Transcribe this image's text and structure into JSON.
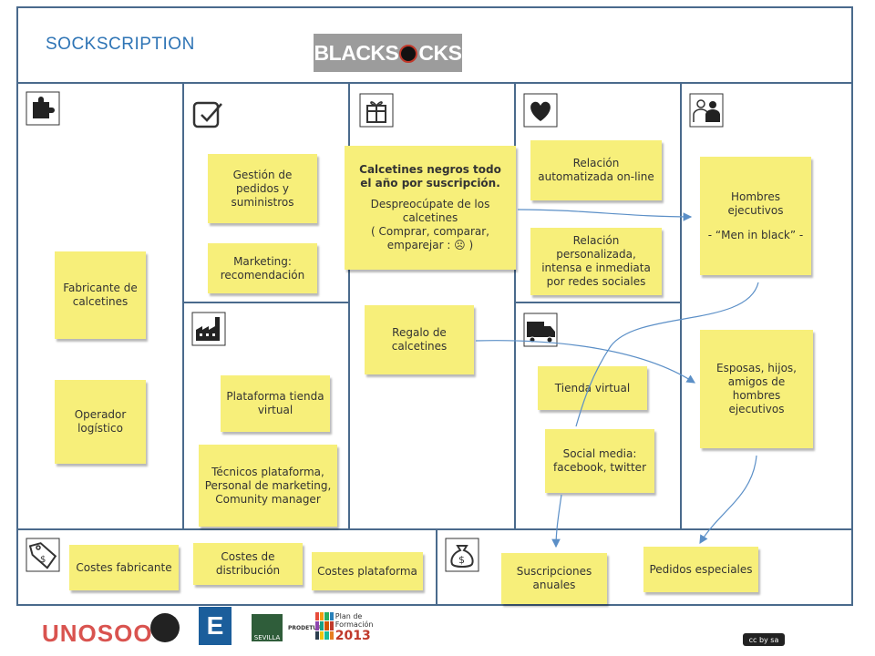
{
  "header": {
    "title": "SOCKSCRIPTION",
    "brand_logo": "BLACKS  CKS"
  },
  "icons": {
    "partners": "puzzle-icon",
    "activities": "checkbox-icon",
    "value": "gift-icon",
    "relationships": "heart-icon",
    "segments": "people-icon",
    "resources": "factory-icon",
    "channels": "truck-icon",
    "costs": "price-tag-icon",
    "revenue": "money-bag-icon"
  },
  "partners": {
    "note1": "Fabricante de calcetines",
    "note2": "Operador logístico"
  },
  "activities": {
    "note1": "Gestión de pedidos y suministros",
    "note2": "Marketing: recomendación"
  },
  "resources": {
    "note1": "Plataforma tienda virtual",
    "note2": "Técnicos plataforma, Personal de marketing, Comunity manager"
  },
  "value": {
    "main_title": "Calcetines negros todo el año por suscripción.",
    "main_body": "Despreocúpate de los calcetines",
    "main_detail": "( Comprar, comparar, emparejar : ☹ )",
    "note2": "Regalo de calcetines"
  },
  "relationships": {
    "note1": "Relación automatizada on-line",
    "note2": "Relación personalizada, intensa e inmediata por redes sociales"
  },
  "channels": {
    "note1": "Tienda virtual",
    "note2": "Social media: facebook, twitter"
  },
  "segments": {
    "note1_line1": "Hombres ejecutivos",
    "note1_line2": "- “Men in black” -",
    "note2": "Esposas, hijos, amigos de hombres ejecutivos"
  },
  "costs": {
    "note1": "Costes fabricante",
    "note2": "Costes de distribución",
    "note3": "Costes plataforma"
  },
  "revenue": {
    "note1": "Suscripciones anuales",
    "note2": "Pedidos especiales"
  },
  "footer": {
    "logo1": "UNOSOO",
    "logo2": "E",
    "logo3": "SEVILLA",
    "logo4": "PRODETUR",
    "logo5_line1": "Plan de Formación",
    "logo5_line2": "2013",
    "license": "cc by sa"
  },
  "colors": {
    "frame": "#4a6a8c",
    "sticky_note": "#f7ef7a",
    "title": "#2e74b5",
    "arrow": "#5b8fc7"
  }
}
